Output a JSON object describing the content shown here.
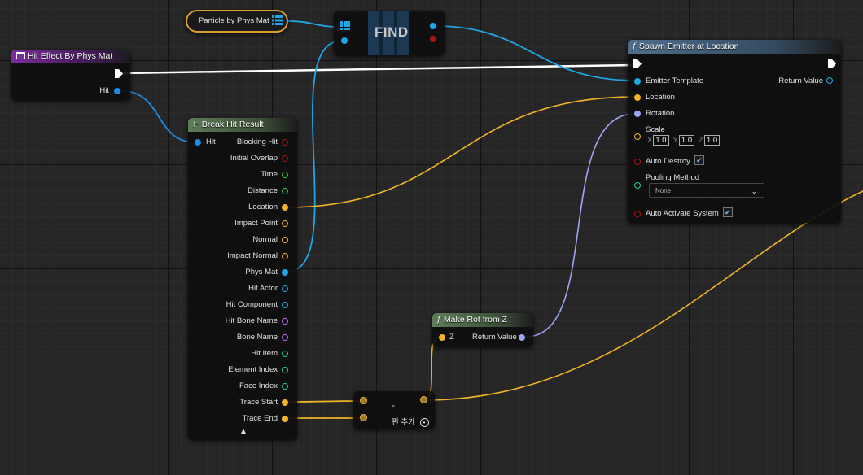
{
  "colors": {
    "struct_pin": "#1e8ae0",
    "object_pin": "#1fa6e6",
    "vector_pin": "#f0b426",
    "rotator_pin": "#9ea6f2",
    "bool_pin": "#a81515",
    "float_pin": "#36c24a",
    "name_pin": "#c06ef0",
    "int_pin": "#1ecba6",
    "exec_wire": "#ffffff"
  },
  "particle_var": {
    "label": "Particle by Phys Mat",
    "icon": "array-grid-icon"
  },
  "find_node": {
    "title": "FIND",
    "icon": "array-grid-icon"
  },
  "hit_effect": {
    "title": "Hit Effect By Phys Mat",
    "pin_hit": "Hit",
    "icon": "event-grid-icon"
  },
  "break_hit": {
    "title": "Break Hit Result",
    "icon": "break-struct-icon",
    "input_hit": "Hit",
    "outputs": [
      "Blocking Hit",
      "Initial Overlap",
      "Time",
      "Distance",
      "Location",
      "Impact Point",
      "Normal",
      "Impact Normal",
      "Phys Mat",
      "Hit Actor",
      "Hit Component",
      "Hit Bone Name",
      "Bone Name",
      "Hit Item",
      "Element Index",
      "Face Index",
      "Trace Start",
      "Trace End"
    ],
    "collapse_icon": "chevron-up-icon"
  },
  "spawn": {
    "title": "Spawn Emitter at Location",
    "function_symbol": "f",
    "pins": {
      "emitter_template": "Emitter Template",
      "return_value": "Return Value",
      "location": "Location",
      "rotation": "Rotation",
      "scale": "Scale",
      "auto_destroy": "Auto Destroy",
      "pooling_method": "Pooling Method",
      "auto_activate": "Auto Activate System"
    },
    "scale": {
      "x_label": "X",
      "x": "1.0",
      "y_label": "Y",
      "y": "1.0",
      "z_label": "Z",
      "z": "1.0"
    },
    "pooling_value": "None",
    "auto_destroy_checked": true,
    "auto_activate_checked": true
  },
  "make_rot": {
    "title": "Make Rot from Z",
    "function_symbol": "f",
    "input_z": "Z",
    "output": "Return Value"
  },
  "subtract": {
    "symbol": "-",
    "add_pin": "핀 추가",
    "add_icon": "plus-circle-icon"
  }
}
